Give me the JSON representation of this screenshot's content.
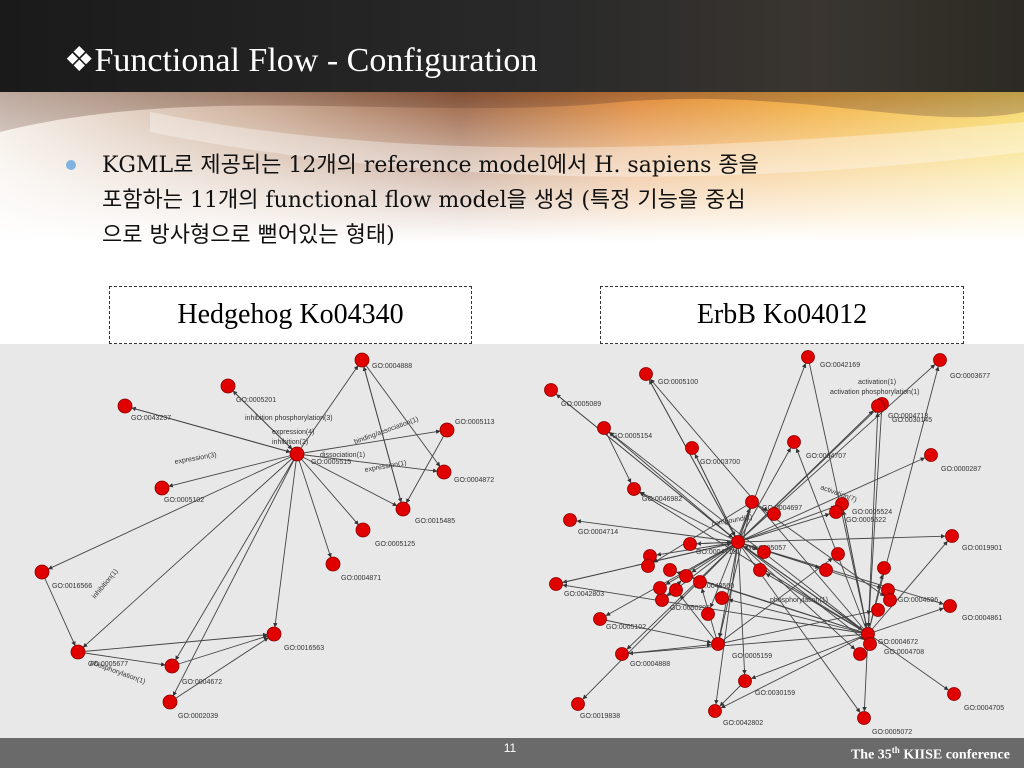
{
  "slide": {
    "title": "❖Functional Flow - Configuration",
    "bullet_lines": [
      "KGML로 제공되는 12개의 reference model에서 H. sapiens 종을",
      "포함하는 11개의 functional flow model을 생성 (특정 기능을 중심",
      "으로 방사형으로 뻗어있는 형태)"
    ],
    "page_number": "11",
    "footer": {
      "prefix": "The 35",
      "sup": "th",
      "suffix": " KIISE conference"
    }
  },
  "labels": {
    "left": "Hedgehog Ko04340",
    "right": "ErbB Ko04012"
  },
  "colors": {
    "node": "#e10000",
    "edge": "#444444",
    "graph_bg": "#e8e8e8",
    "footer": "#6a6a6a",
    "bullet": "#7fb3e0"
  },
  "graph_left": {
    "nodes": [
      {
        "id": "GO:0004888"
      },
      {
        "id": "GO:0005201"
      },
      {
        "id": "GO:0043237"
      },
      {
        "id": "GO:0005113"
      },
      {
        "id": "GO:0005515"
      },
      {
        "id": "GO:0004872"
      },
      {
        "id": "GO:0005102"
      },
      {
        "id": "GO:0015485"
      },
      {
        "id": "GO:0005125"
      },
      {
        "id": "GO:0004871"
      },
      {
        "id": "GO:0016566"
      },
      {
        "id": "GO:0016563"
      },
      {
        "id": "GO:0005677"
      },
      {
        "id": "GO:0004672"
      },
      {
        "id": "GO:0002039"
      }
    ],
    "edge_labels": [
      "inhibition phosphorylation(3)",
      "expression(4)",
      "inhibition(2)",
      "binding/association(1)",
      "dissociation(1)",
      "expression(3)",
      "expression(1)",
      "inhibition(1)",
      "phosphorylation(1)"
    ]
  },
  "graph_right": {
    "nodes": [
      {
        "id": "GO:0005100"
      },
      {
        "id": "GO:0005089"
      },
      {
        "id": "GO:0005154"
      },
      {
        "id": "GO:0003700"
      },
      {
        "id": "GO:0004707"
      },
      {
        "id": "GO:0042169"
      },
      {
        "id": "GO:0003677"
      },
      {
        "id": "GO:0030145"
      },
      {
        "id": "GO:0004713"
      },
      {
        "id": "GO:0000287"
      },
      {
        "id": "GO:0046982"
      },
      {
        "id": "GO:0004697"
      },
      {
        "id": "GO:0005524"
      },
      {
        "id": "GO:0005522"
      },
      {
        "id": "GO:0019901"
      },
      {
        "id": "GO:0004714"
      },
      {
        "id": "GO:0005057"
      },
      {
        "id": "GO:0004712"
      },
      {
        "id": "GO:0043560"
      },
      {
        "id": "GO:0004696"
      },
      {
        "id": "GO:0042803"
      },
      {
        "id": "GO:0050296"
      },
      {
        "id": "GO:0004861"
      },
      {
        "id": "GO:0005102"
      },
      {
        "id": "GO:0004672"
      },
      {
        "id": "GO:0004708"
      },
      {
        "id": "GO:0004888"
      },
      {
        "id": "GO:0005159"
      },
      {
        "id": "GO:0030159"
      },
      {
        "id": "GO:0019838"
      },
      {
        "id": "GO:0042802"
      },
      {
        "id": "GO:0004705"
      },
      {
        "id": "GO:0005072"
      }
    ],
    "edge_labels": [
      "activation(1)",
      "activation phosphorylation(1)",
      "compound(1)",
      "phosphorylation(1)",
      "activation(7)"
    ]
  }
}
